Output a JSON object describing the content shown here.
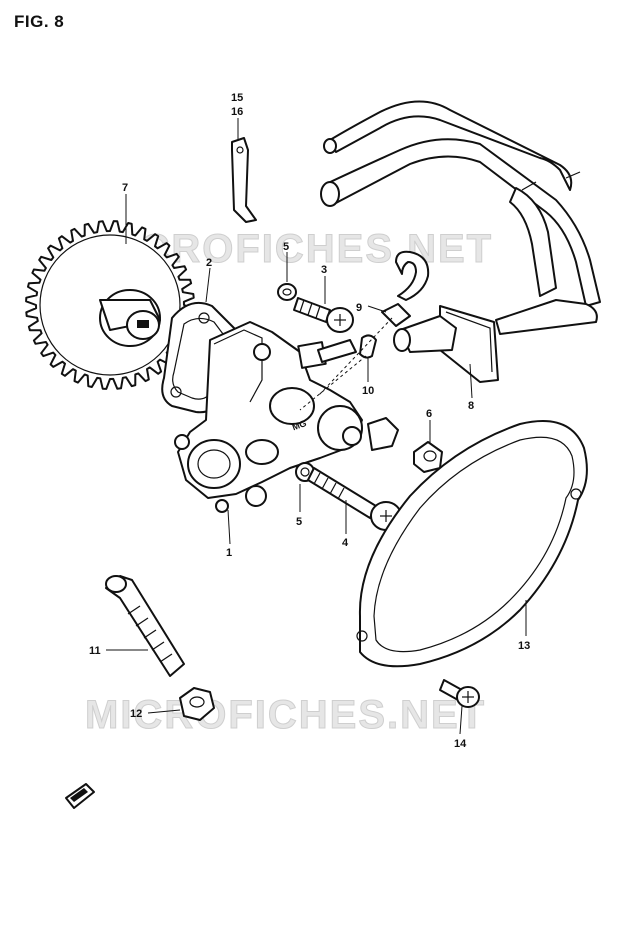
{
  "figure": {
    "title": "FIG. 8"
  },
  "watermarks": [
    "MICROFICHES.NET",
    "MICROFICHES.NET"
  ],
  "callouts": [
    {
      "id": "c15",
      "label": "15"
    },
    {
      "id": "c16",
      "label": "16"
    },
    {
      "id": "c7",
      "label": "7"
    },
    {
      "id": "c2",
      "label": "2"
    },
    {
      "id": "c5a",
      "label": "5"
    },
    {
      "id": "c3",
      "label": "3"
    },
    {
      "id": "c9",
      "label": "9"
    },
    {
      "id": "c10",
      "label": "10"
    },
    {
      "id": "c6",
      "label": "6"
    },
    {
      "id": "c8",
      "label": "8"
    },
    {
      "id": "c5b",
      "label": "5"
    },
    {
      "id": "c4",
      "label": "4"
    },
    {
      "id": "c1",
      "label": "1"
    },
    {
      "id": "c13",
      "label": "13"
    },
    {
      "id": "c11",
      "label": "11"
    },
    {
      "id": "c12",
      "label": "12"
    },
    {
      "id": "c14",
      "label": "14"
    }
  ]
}
